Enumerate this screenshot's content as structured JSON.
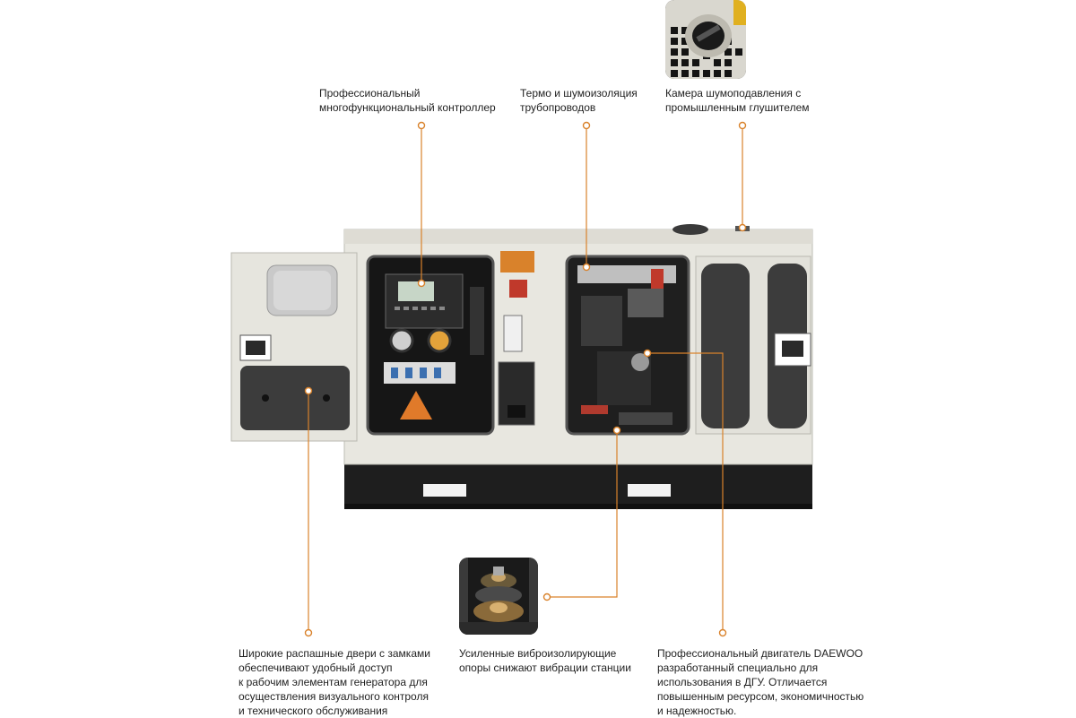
{
  "colors": {
    "accent": "#d9822b",
    "body": "#ecebe4",
    "dark": "#1c1c1c",
    "panel": "#3a3a3a"
  },
  "callouts": {
    "controller": "Профессиональный\nмногофункциональный контроллер",
    "insulation": "Термо и шумоизоляция\nтрубопроводов",
    "muffler": "Камера шумоподавления с\nпромышленным глушителем",
    "doors": "Широкие распашные двери с замками\nобеспечивают удобный доступ\nк рабочим элементам генератора для\nосуществления визуального контроля\nи технического обслуживания",
    "vibration": "Усиленные виброизолирующие\nопоры снижают вибрации станции",
    "engine": "Профессиональный двигатель DAEWOO\nразработанный специально для\nиспользования в ДГУ. Отличается\nповышенным ресурсом, экономичностью\nи надежностью."
  },
  "icons": {
    "muffler_thumb": "muffler-photo-icon",
    "mount_thumb": "vibration-mount-photo-icon",
    "callout_marker": "circle-marker-icon"
  }
}
